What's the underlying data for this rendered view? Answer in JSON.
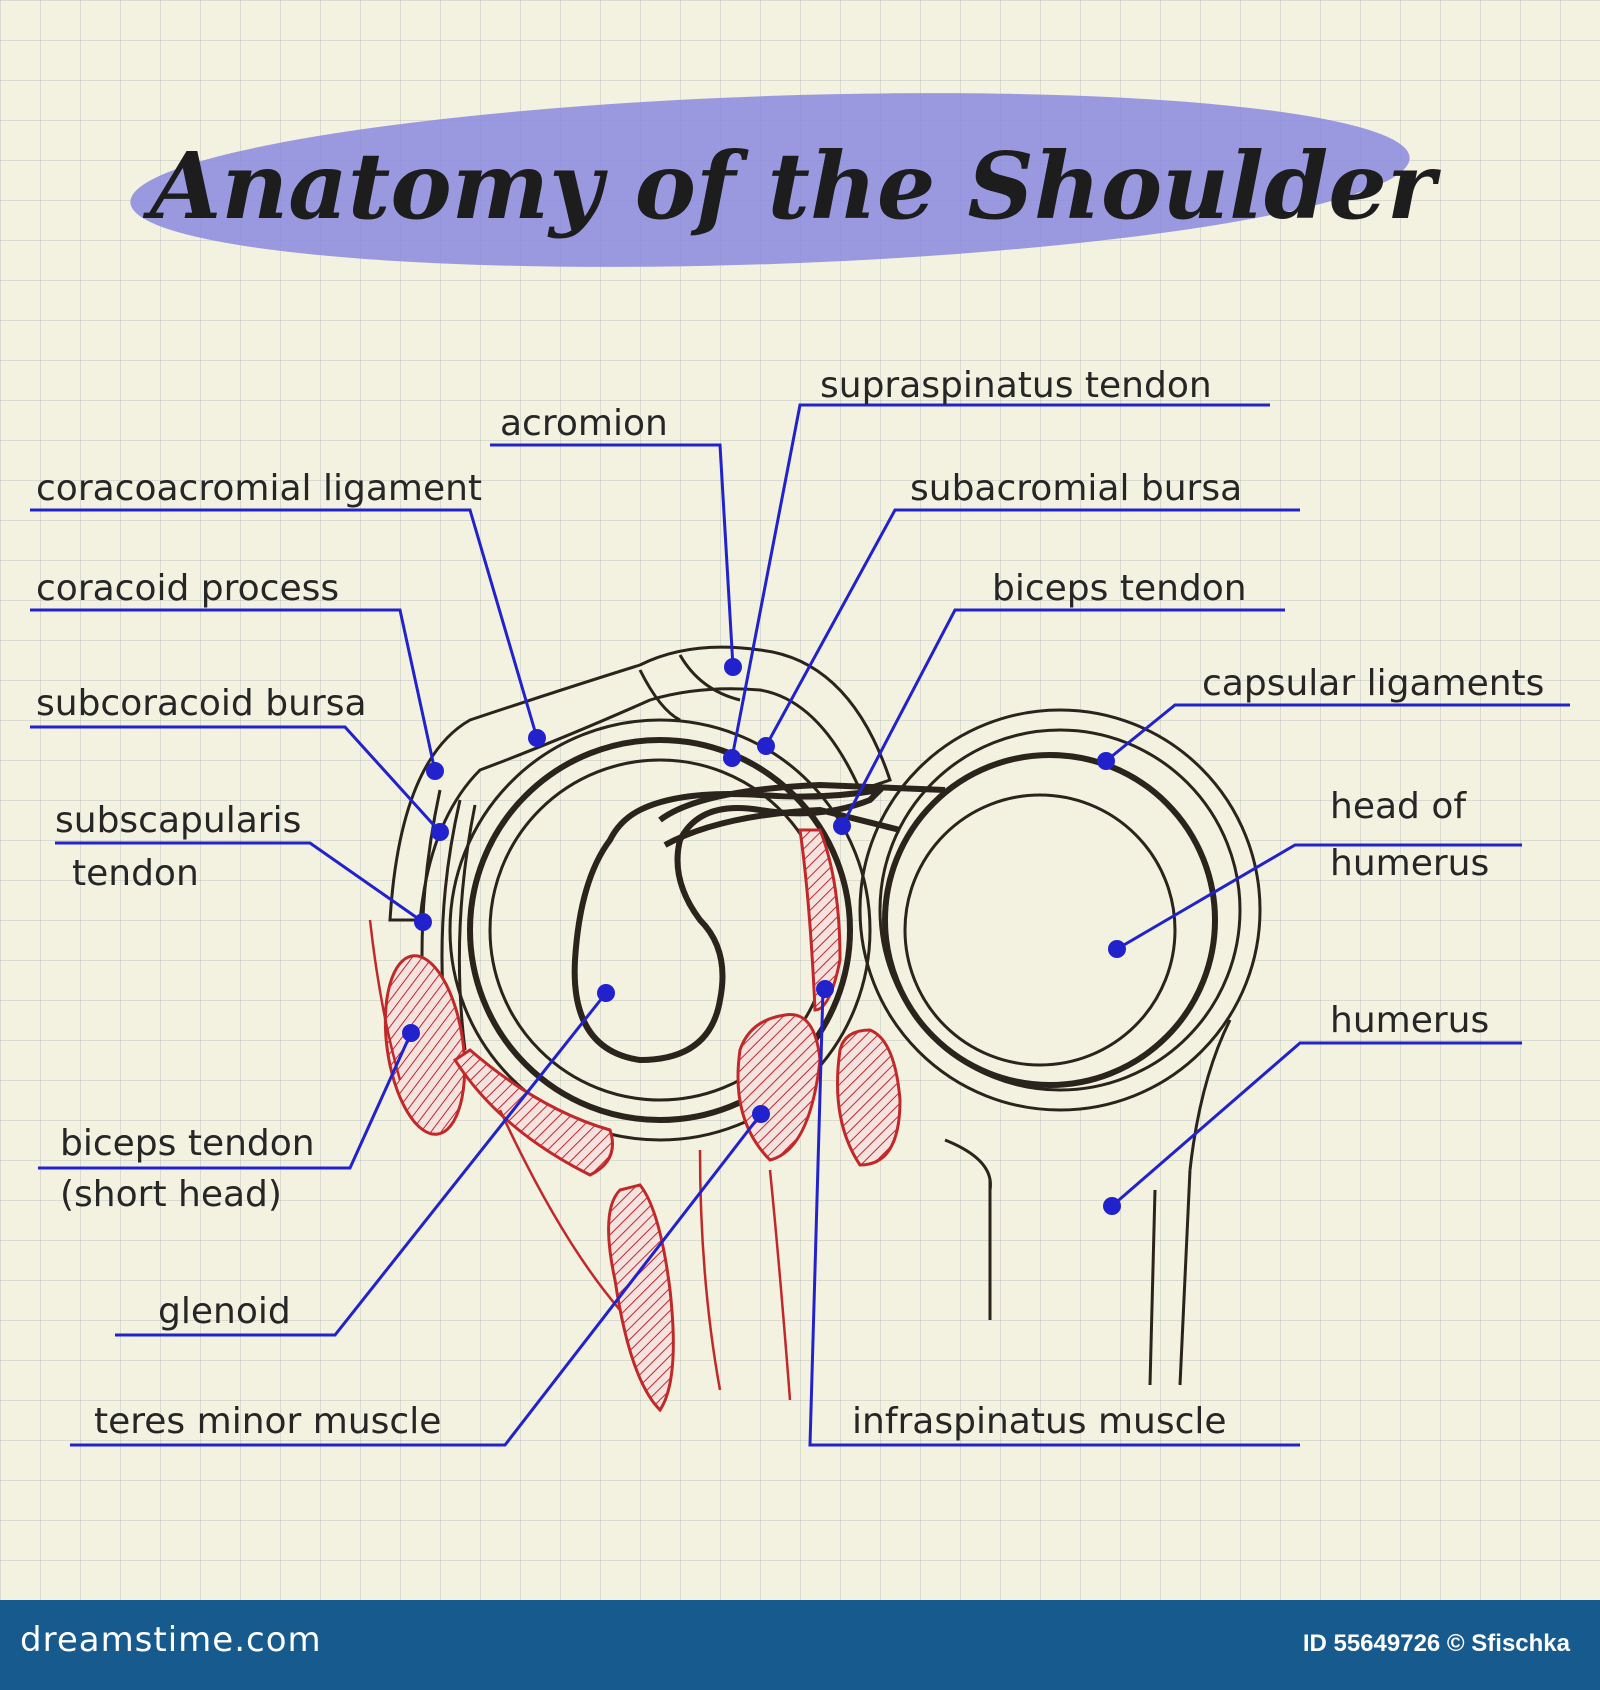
{
  "title": "Anatomy of the Shoulder",
  "labels": {
    "acromion": "acromion",
    "supraspinatus_tendon": "supraspinatus tendon",
    "coracoacromial_ligament": "coracoacromial ligament",
    "subacromial_bursa": "subacromial bursa",
    "coracoid_process": "coracoid process",
    "biceps_tendon": "biceps tendon",
    "subcoracoid_bursa": "subcoracoid bursa",
    "capsular_ligaments": "capsular ligaments",
    "subscapularis_tendon_line1": "subscapularis",
    "subscapularis_tendon_line2": "tendon",
    "head_of_humerus_line1": "head of",
    "head_of_humerus_line2": "humerus",
    "humerus": "humerus",
    "biceps_short_line1": "biceps tendon",
    "biceps_short_line2": "(short head)",
    "glenoid": "glenoid",
    "teres_minor": "teres minor muscle",
    "infraspinatus": "infraspinatus muscle"
  },
  "colors": {
    "leader": "#2222cc",
    "muscle": "#c0282a",
    "bone": "#2a241c",
    "title_highlight": "#8a8ae0",
    "footer": "#175a8e"
  },
  "footer": {
    "logo": "dreamstime.com",
    "id_text": "ID 55649726 © Sfischka"
  }
}
